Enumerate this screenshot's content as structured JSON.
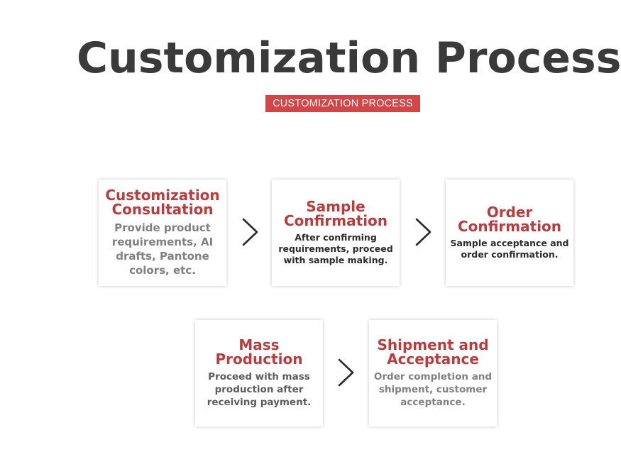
{
  "header": {
    "title": "Customization Process",
    "subtitle": "CUSTOMIZATION PROCESS"
  },
  "steps": [
    {
      "title_line1": "Customization",
      "title_line2": "Consultation",
      "desc_lines": [
        "Provide product",
        "requirements, AI",
        "drafts, Pantone",
        "colors, etc."
      ]
    },
    {
      "title_line1": "Sample",
      "title_line2": "Confirmation",
      "desc_lines": [
        "After confirming",
        "requirements, proceed",
        "with sample making."
      ]
    },
    {
      "title_line1": "Order",
      "title_line2": "Confirmation",
      "desc_lines": [
        "Sample acceptance and",
        "order confirmation."
      ]
    },
    {
      "title_line1": "Mass",
      "title_line2": "Production",
      "desc_lines": [
        "Proceed with mass",
        "production after",
        "receiving payment."
      ]
    },
    {
      "title_line1": "Shipment and",
      "title_line2": "Acceptance",
      "desc_lines": [
        "Order completion and",
        "shipment, customer",
        "acceptance."
      ]
    }
  ],
  "colors": {
    "title": "#3a3a3a",
    "accent": "#d64545",
    "step_title": "#c0393b",
    "arrow": "#2b2b2b"
  },
  "icons": {
    "arrow": "chevron-right-icon"
  }
}
